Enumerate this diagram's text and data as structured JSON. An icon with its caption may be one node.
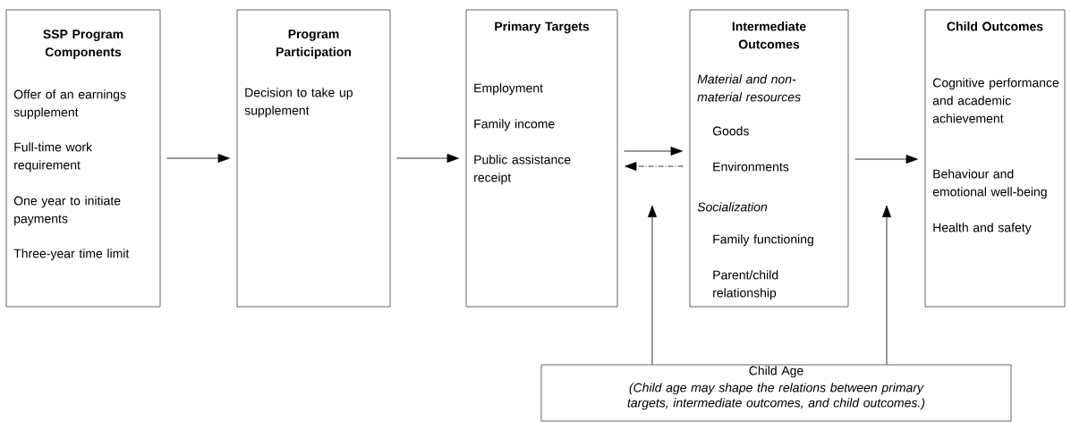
{
  "diagram": {
    "nodes": [
      {
        "text": [
          "SSP Program Components",
          "Offer of an earnings supplement",
          "Full-time work requirement",
          "One year to initiate payments",
          "Three-year time limit"
        ]
      },
      {
        "text": [
          "Program Participation",
          "Decision to take up supplement"
        ]
      },
      {
        "text": [
          "Primary Targets",
          "Employment",
          "Family income",
          "Public assistance receipt"
        ]
      },
      {
        "text": [
          "Intermediate Outcomes",
          "Material and non-material resources",
          "Goods",
          "Environments",
          "Socialization",
          "Family functioning",
          "Parent/child relationship"
        ]
      },
      {
        "text": [
          "Child Outcomes",
          "Cognitive performance and academic achievement",
          "Behaviour and emotional well-being",
          "Health and safety"
        ]
      },
      {
        "text": [
          "Child Age",
          "(Child age may shape the relations between primary targets, intermediate outcomes, and child outcomes.)"
        ]
      }
    ],
    "edges": [
      {
        "from": 0,
        "to": 1,
        "arrow": "to"
      },
      {
        "from": 1,
        "to": 2,
        "arrow": "to"
      },
      {
        "from": 2,
        "to": 3,
        "arrow": "to"
      },
      {
        "from": 3,
        "to": 2,
        "arrow": "to",
        "style": "dashed"
      },
      {
        "from": 3,
        "to": 4,
        "arrow": "to"
      },
      {
        "from": 5,
        "to": null,
        "arrow": "to"
      },
      {
        "from": 5,
        "to": null,
        "arrow": "to"
      }
    ]
  }
}
